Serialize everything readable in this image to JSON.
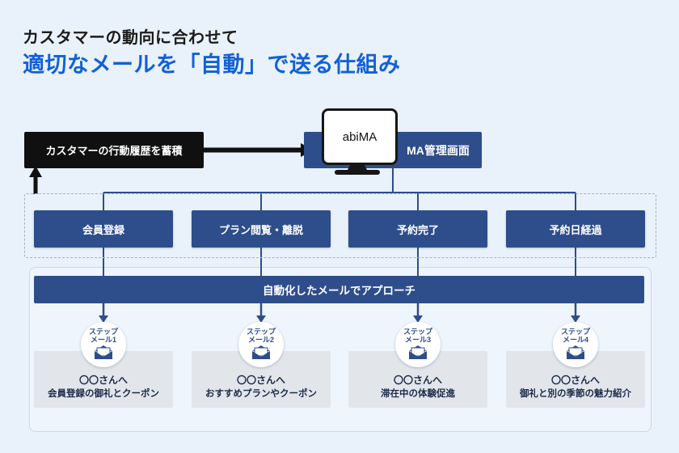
{
  "title": {
    "line1": "カスタマーの動向に合わせて",
    "line2": "適切なメールを「自動」で送る仕組み"
  },
  "flow": {
    "history_box": "カスタマーの行動履歴を蓄積",
    "monitor_label": "abiMA",
    "ma_screen_label": "MA管理画面",
    "approach_bar": "自動化したメールでアプローチ"
  },
  "events": [
    "会員登録",
    "プラン閲覧・離脱",
    "予約完了",
    "予約日経過"
  ],
  "steps": [
    {
      "badge_line1": "ステップ",
      "badge_line2": "メール1",
      "to": "〇〇さんへ",
      "message": "会員登録の御礼とクーポン"
    },
    {
      "badge_line1": "ステップ",
      "badge_line2": "メール2",
      "to": "〇〇さんへ",
      "message": "おすすめプランやクーポン"
    },
    {
      "badge_line1": "ステップ",
      "badge_line2": "メール3",
      "to": "〇〇さんへ",
      "message": "滞在中の体験促進"
    },
    {
      "badge_line1": "ステップ",
      "badge_line2": "メール4",
      "to": "〇〇さんへ",
      "message": "御礼と別の季節の魅力紹介"
    }
  ],
  "colors": {
    "background": "#e9f1fb",
    "accent_blue": "#1261d4",
    "box_navy": "#2e4d8b",
    "black_box": "#101010",
    "card_gray": "#e2e6eb"
  }
}
